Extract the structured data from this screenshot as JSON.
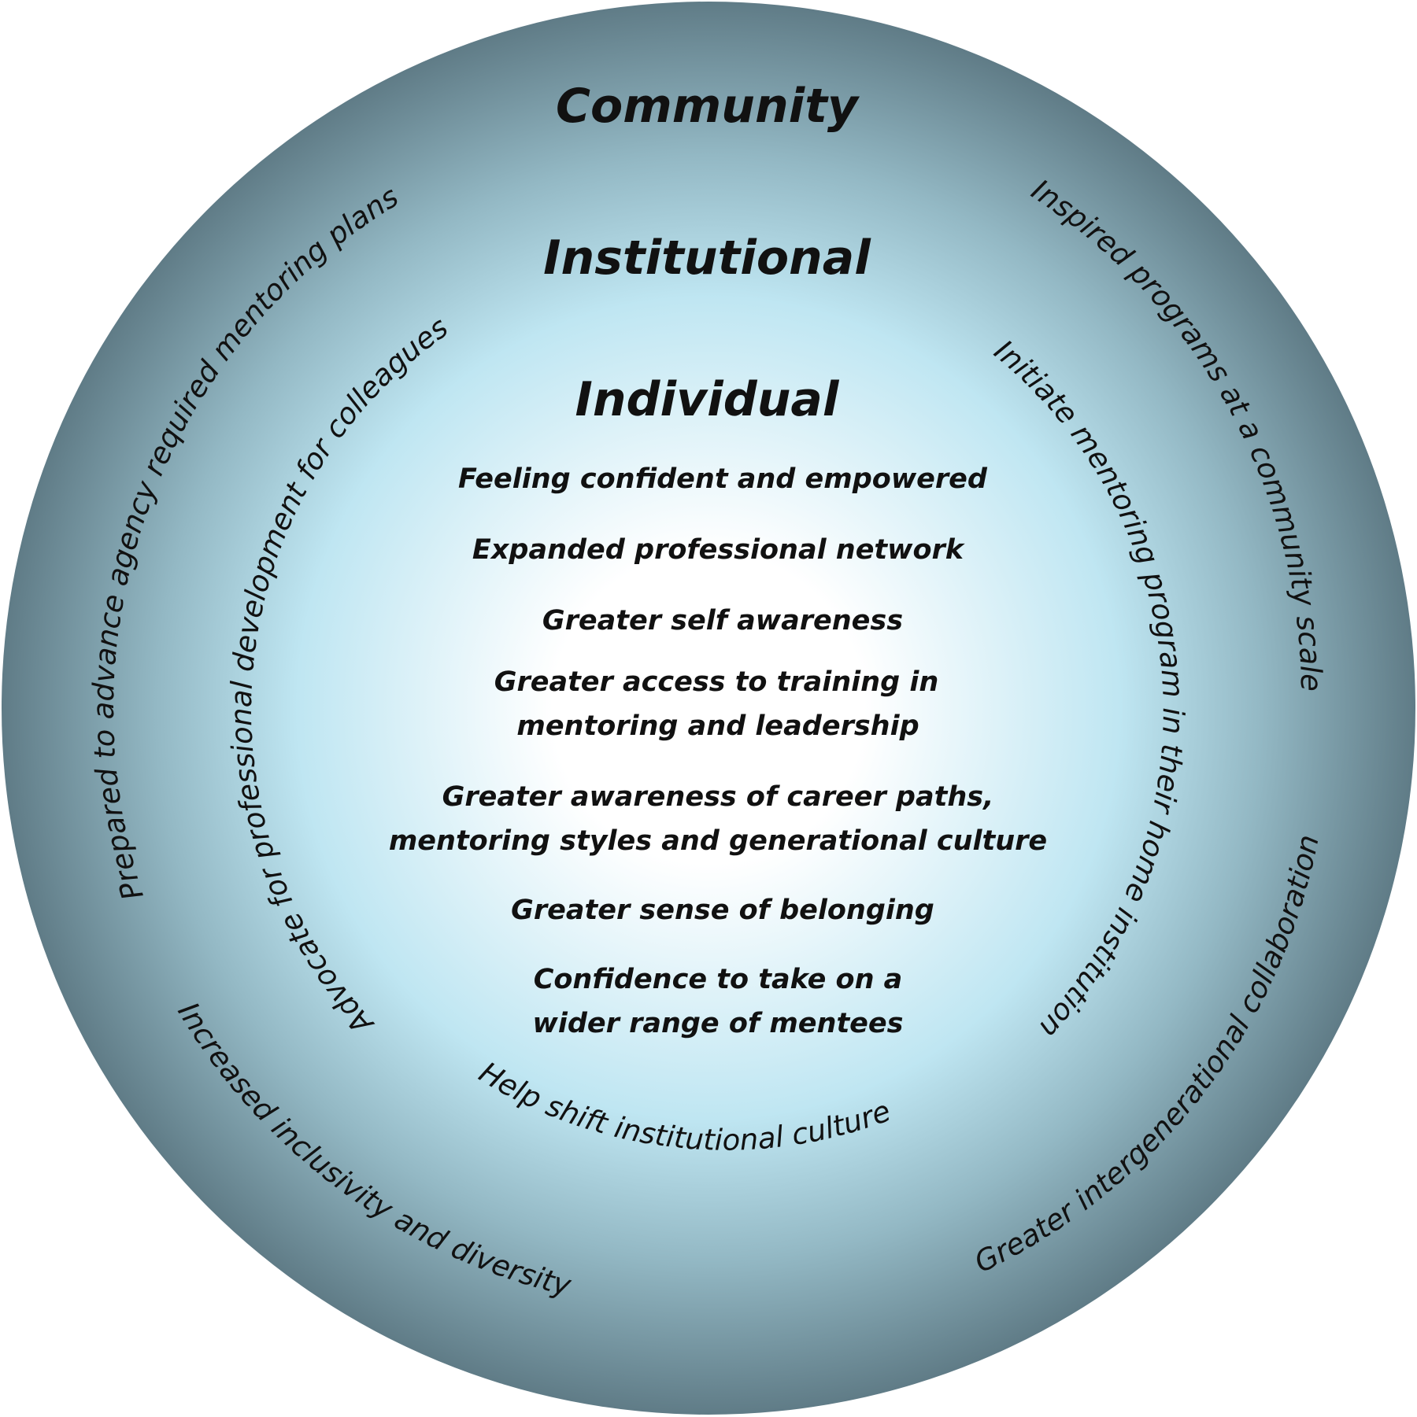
{
  "colors": {
    "center": "#ffffff",
    "mid": "#bfe6f2",
    "outer": "#5f7b86",
    "text": "#111111"
  },
  "levels": {
    "community": "Community",
    "institutional": "Institutional",
    "individual": "Individual"
  },
  "individual_outcomes": [
    "Feeling confident and empowered",
    "Expanded professional network",
    "Greater self awareness",
    "Greater access to training in",
    "mentoring and leadership",
    "Greater awareness of career paths,",
    "mentoring styles and generational culture",
    "Greater sense of belonging",
    "Confidence to take on a",
    "wider range of mentees"
  ],
  "institutional_outcomes": {
    "left": "Advocate for professional development for colleagues",
    "right": "Initiate mentoring program in their home institution",
    "bottom": "Help shift institutional culture"
  },
  "community_outcomes": {
    "left": "Prepared to advance agency required mentoring plans",
    "right": "Inspired programs at a community scale",
    "bottom_left": "Increased inclusivity and diversity",
    "bottom_right": "Greater intergenerational collaboration"
  }
}
